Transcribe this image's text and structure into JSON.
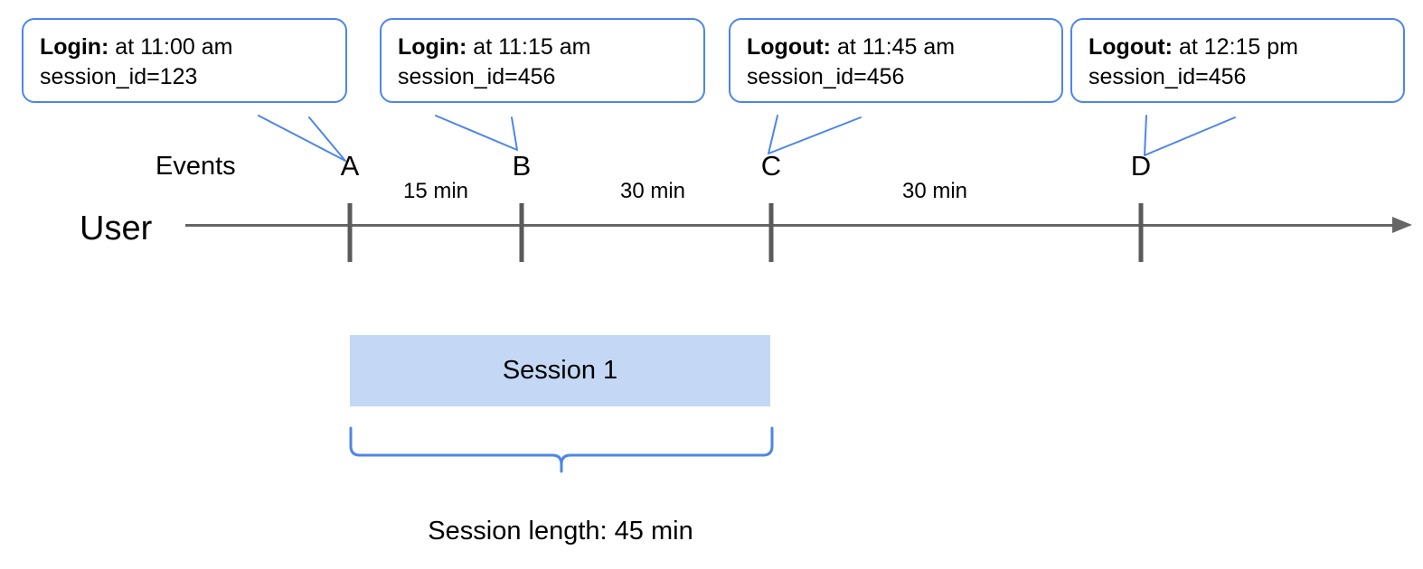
{
  "diagram": {
    "row_labels": {
      "events": "Events",
      "user": "User"
    },
    "callouts": [
      {
        "event": "Login:",
        "detail": " at 11:00 am",
        "session": "session_id=123",
        "target": "A"
      },
      {
        "event": "Login:",
        "detail": " at 11:15 am",
        "session": "session_id=456",
        "target": "B"
      },
      {
        "event": "Logout:",
        "detail": " at 11:45 am",
        "session": "session_id=456",
        "target": "C"
      },
      {
        "event": "Logout:",
        "detail": " at 12:15 pm",
        "session": "session_id=456",
        "target": "D"
      }
    ],
    "ticks": [
      {
        "label": "A"
      },
      {
        "label": "B"
      },
      {
        "label": "C"
      },
      {
        "label": "D"
      }
    ],
    "intervals": [
      {
        "label": "15 min"
      },
      {
        "label": "30 min"
      },
      {
        "label": "30 min"
      }
    ],
    "session_bar": {
      "label": "Session 1"
    },
    "caption": "Session length: 45 min",
    "colors": {
      "accent_blue": "#4d86e8",
      "session_fill": "#c4d8f5",
      "axis_gray": "#666666",
      "tick_gray": "#5a5a5a"
    }
  }
}
